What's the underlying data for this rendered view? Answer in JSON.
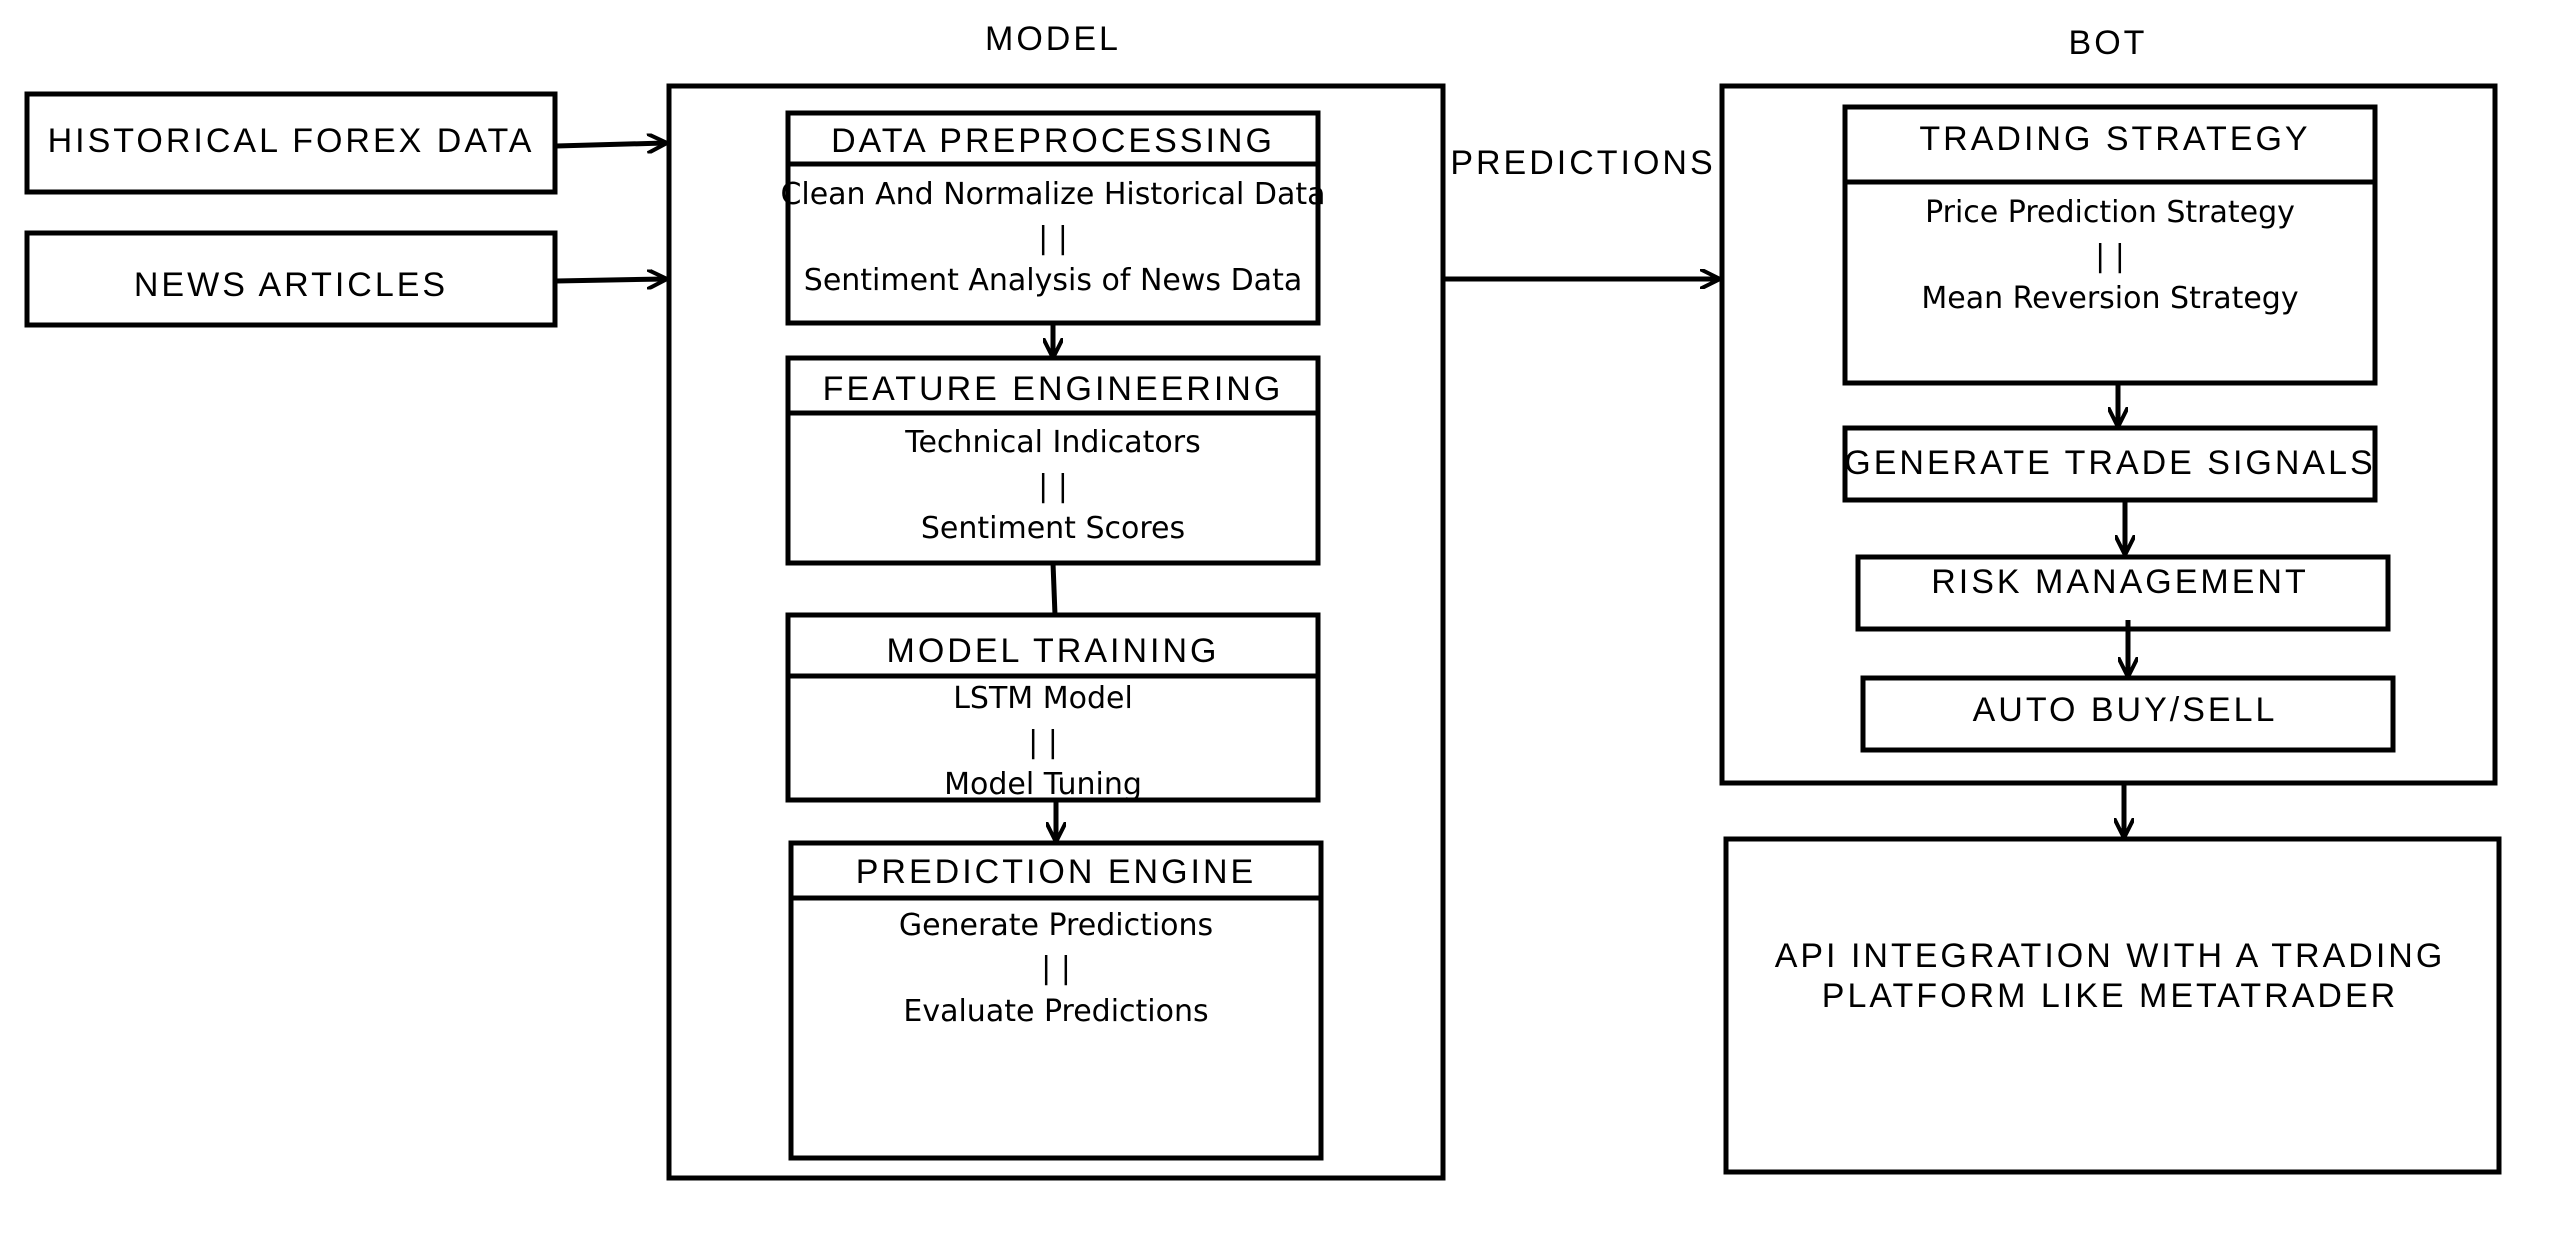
{
  "sections": {
    "model": "MODEL",
    "bot": "BOT",
    "predictions_label": "PREDICTIONS"
  },
  "inputs": [
    {
      "label": "HISTORICAL FOREX DATA"
    },
    {
      "label": "NEWS ARTICLES"
    }
  ],
  "model_blocks": [
    {
      "title": "DATA PREPROCESSING",
      "lines": [
        "Clean And Normalize Historical Data",
        "| |",
        "Sentiment Analysis of News Data"
      ]
    },
    {
      "title": "FEATURE ENGINEERING",
      "lines": [
        "Technical Indicators",
        "| |",
        "Sentiment Scores"
      ]
    },
    {
      "title": "MODEL TRAINING",
      "lines": [
        "LSTM Model",
        "| |",
        "Model Tuning"
      ]
    },
    {
      "title": "PREDICTION ENGINE",
      "lines": [
        "Generate Predictions",
        "| |",
        "Evaluate Predictions"
      ]
    }
  ],
  "bot_blocks": {
    "strategy_title": "TRADING STRATEGY",
    "strategy_lines": [
      "Price Prediction Strategy",
      "| |",
      "Mean Reversion Strategy"
    ],
    "signals": "GENERATE TRADE SIGNALS",
    "risk": "RISK MANAGEMENT",
    "auto": "AUTO BUY/SELL"
  },
  "api": {
    "line1": "API INTEGRATION WITH A TRADING",
    "line2": "PLATFORM LIKE METATRADER"
  }
}
